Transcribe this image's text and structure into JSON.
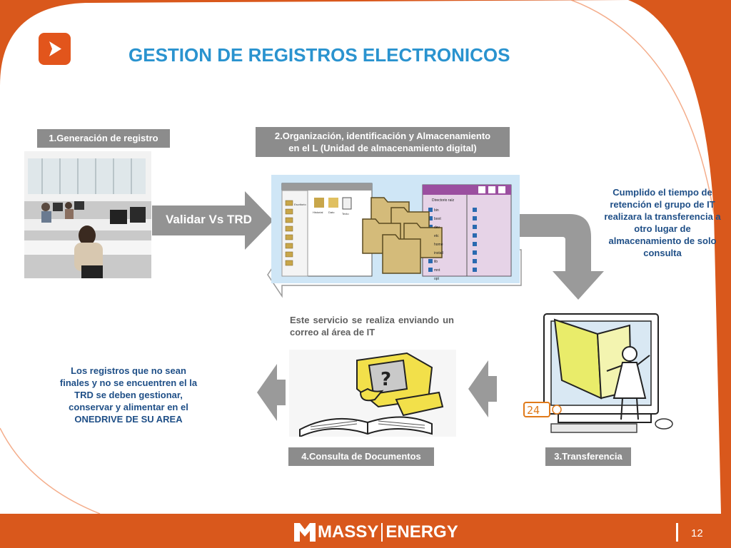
{
  "slide": {
    "title": "GESTION DE REGISTROS ELECTRONICOS",
    "page_number": "12"
  },
  "steps": {
    "step1_label": "1.Generación de registro",
    "step2_label_line1": "2.Organización, identificación y Almacenamiento",
    "step2_label_line2": "en el L (Unidad de almacenamiento digital)",
    "validate_label": "Validar Vs TRD",
    "step3_label": "3.Transferencia",
    "step4_label": "4.Consulta de  Documentos"
  },
  "notes": {
    "transfer_note": "Cumplido el tiempo de retención el grupo de IT realizara la transferencia a otro lugar de almacenamiento de solo consulta",
    "service_note": "Este servicio se realiza enviando un correo al área de IT",
    "onedrive_note": "Los registros que no sean finales y no se encuentren el la TRD se deben gestionar, conservar y alimentar en el ONEDRIVE DE SU AREA"
  },
  "explorer": {
    "left_pane_title": "Escritorio",
    "right_pane_title": "Directorio raíz",
    "icon_labels": [
      "Historial",
      "Dato",
      "Texto"
    ],
    "tree_items": [
      "bin",
      "boot",
      "dev",
      "etc",
      "home",
      "install",
      "lib",
      "mnt",
      "opt"
    ]
  },
  "branding": {
    "logo_left": "MASSY",
    "logo_right": "ENERGY"
  },
  "colors": {
    "orange": "#d9581c",
    "title_blue": "#2a93cf",
    "note_blue": "#1f4f87",
    "label_gray": "#8c8c8c",
    "arrow_gray": "#9a9a9a"
  }
}
